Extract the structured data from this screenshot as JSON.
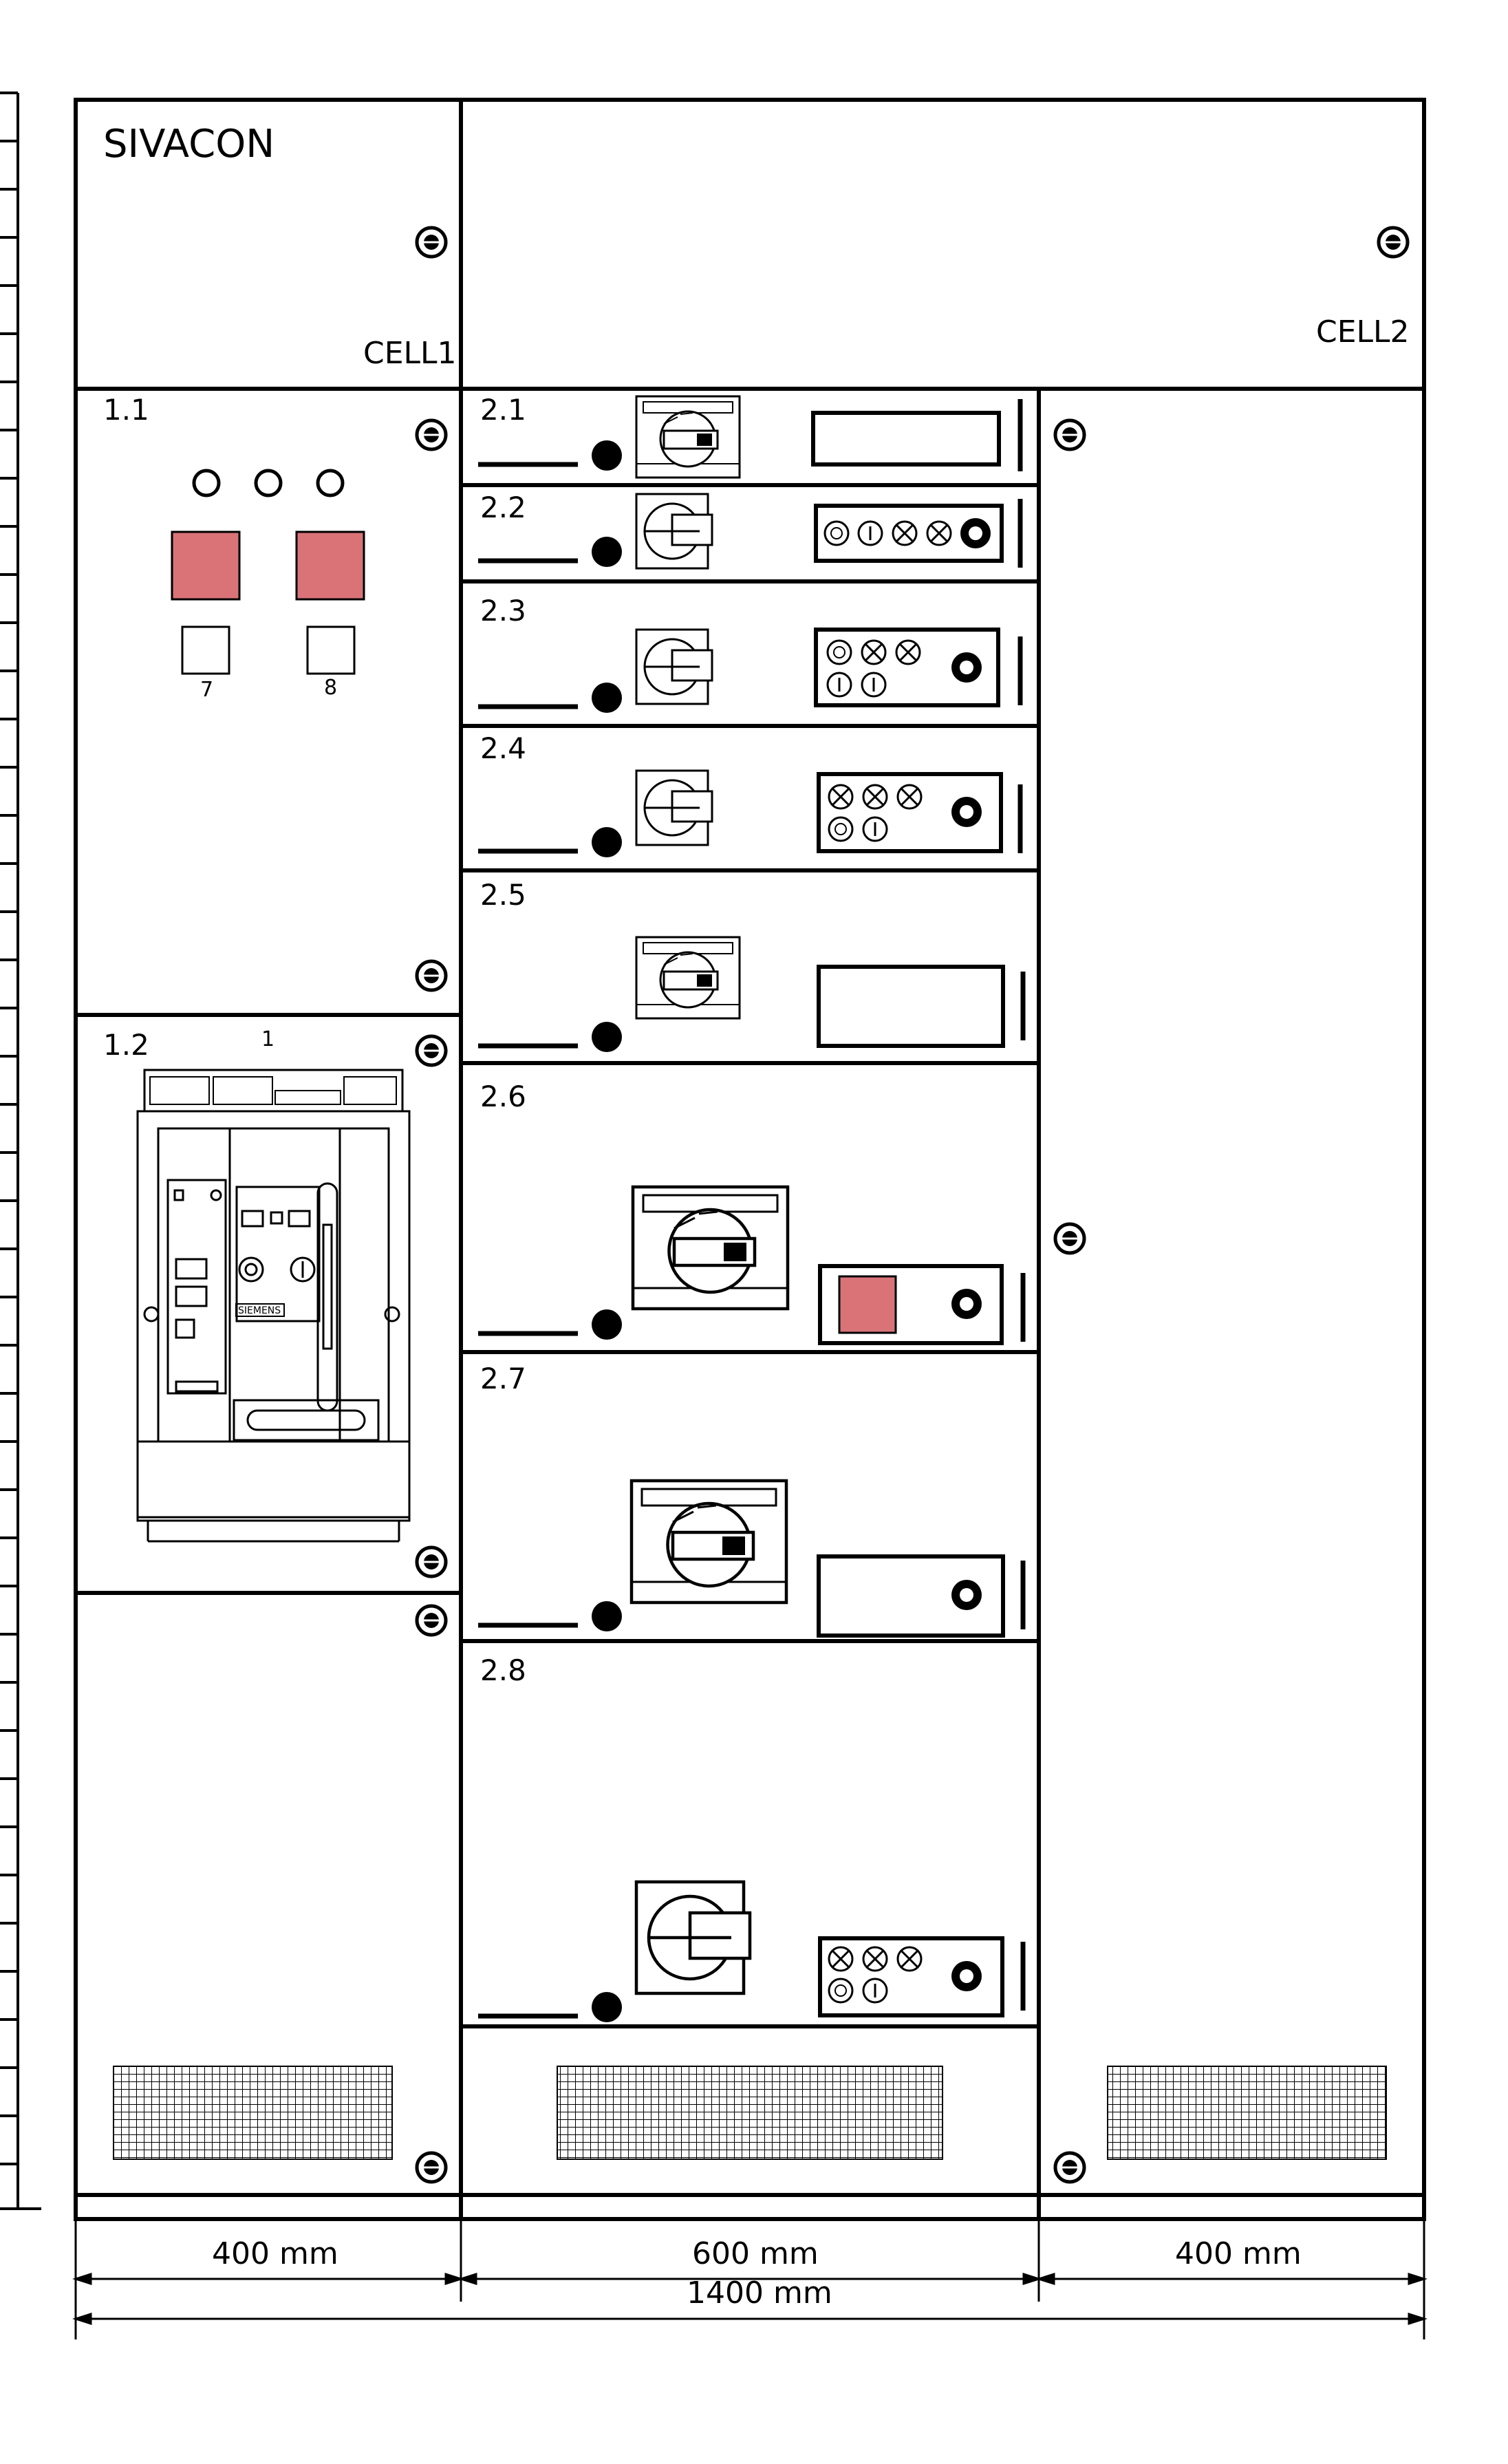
{
  "brand": "SIVACON",
  "cells": {
    "cell1": "CELL1",
    "cell2": "CELL2"
  },
  "sections": {
    "s1_1": "1.1",
    "s1_2": "1.2",
    "s2_1": "2.1",
    "s2_2": "2.2",
    "s2_3": "2.3",
    "s2_4": "2.4",
    "s2_5": "2.5",
    "s2_6": "2.6",
    "s2_7": "2.7",
    "s2_8": "2.8"
  },
  "labels": {
    "button_7": "7",
    "button_8": "8",
    "breaker_tag": "1",
    "breaker_brand": "SIEMENS"
  },
  "dimensions": {
    "left": "400 mm",
    "middle": "600 mm",
    "right": "400 mm",
    "total": "1400 mm"
  },
  "colors": {
    "indicator_red": "#d97378",
    "line": "#000000"
  }
}
